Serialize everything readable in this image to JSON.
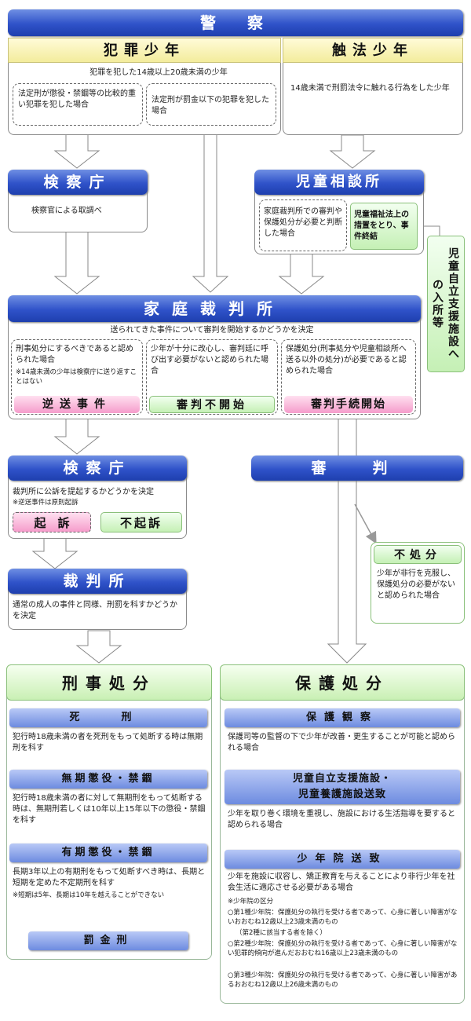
{
  "police": "警　察",
  "hanzai": {
    "title": "犯罪少年",
    "desc": "犯罪を犯した14歳以上20歳未満の少年",
    "opt1": "法定刑が懲役・禁錮等の比較的重い犯罪を犯した場合",
    "opt2": "法定刑が罰金以下の犯罪を犯した場合"
  },
  "shokuho": {
    "title": "触法少年",
    "desc": "14歳未満で刑罰法令に触れる行為をした少年"
  },
  "kensatsu1": {
    "title": "検察庁",
    "desc": "検察官による取調べ"
  },
  "jido": {
    "title": "児童相談所",
    "opt1": "家庭裁判所での審判や保護処分が必要と判断した場合",
    "opt2": "児童福祉法上の措置をとり、事件終結"
  },
  "jiritsu_side": "児童自立支援施設への入所等",
  "katei": {
    "title": "家庭裁判所",
    "desc": "送られてきた事件について審判を開始するかどうかを決定",
    "col1": "刑事処分にするべきであると認められた場合",
    "col1_note": "※14歳未満の少年は検察庁に送り返すことはない",
    "col1_label": "逆送事件",
    "col2": "少年が十分に改心し、審判廷に呼び出す必要がないと認められた場合",
    "col2_label": "審判不開始",
    "col3": "保護処分(刑事処分や児童相談所へ送る以外の処分)が必要であると認められた場合",
    "col3_label": "審判手続開始"
  },
  "kensatsu2": {
    "title": "検察庁",
    "desc": "裁判所に公訴を提起するかどうかを決定",
    "note": "※逆送事件は原則起訴",
    "kiso": "起　訴",
    "fukiso": "不起訴"
  },
  "shinpan": "審　判",
  "fushobun": {
    "title": "不処分",
    "desc": "少年が非行を克服し、保護処分の必要がないと認められた場合"
  },
  "saibansho": {
    "title": "裁判所",
    "desc": "通常の成人の事件と同様、刑罰を科すかどうかを決定"
  },
  "keiji": {
    "title": "刑事処分",
    "shikei": "死　刑",
    "shikei_desc": "犯行時18歳未満の者を死刑をもって処断する時は無期刑を科す",
    "muki": "無期懲役・禁錮",
    "muki_desc": "犯行時18歳未満の者に対して無期刑をもって処断する時は、無期刑若しくは10年以上15年以下の懲役・禁錮を科す",
    "yuki": "有期懲役・禁錮",
    "yuki_desc": "長期3年以上の有期刑をもって処断すべき時は、長期と短期を定めた不定期刑を科す",
    "yuki_note": "※短期は5年、長期は10年を越えることができない",
    "bakkin": "罰金刑"
  },
  "hogo": {
    "title": "保護処分",
    "kansatsu": "保護観察",
    "kansatsu_desc": "保護司等の監督の下で少年が改善・更生することが可能と認められる場合",
    "jiritsu_title1": "児童自立支援施設・",
    "jiritsu_title2": "児童養護施設送致",
    "jiritsu_desc": "少年を取り巻く環境を重視し、施設における生活指導を要すると認められる場合",
    "shonenin": "少年院送致",
    "shonenin_desc": "少年を施設に収容し、矯正教育を与えることにより非行少年を社会生活に適応させる必要がある場合",
    "kubun": "※少年院の区分",
    "k1": "○第1種少年院：保護処分の執行を受ける者であって、心身に著しい障害がないおおむね12歳以上23歳未満のもの",
    "k1b": "（第2種に該当する者を除く）",
    "k2": "○第2種少年院：保護処分の執行を受ける者であって、心身に著しい障害がない犯罪的傾向が進んだおおむね16歳以上23歳未満のもの",
    "k3": "○第3種少年院：保護処分の執行を受ける者であって、心身に著しい障害があるおおむね12歳以上26歳未満のもの"
  }
}
